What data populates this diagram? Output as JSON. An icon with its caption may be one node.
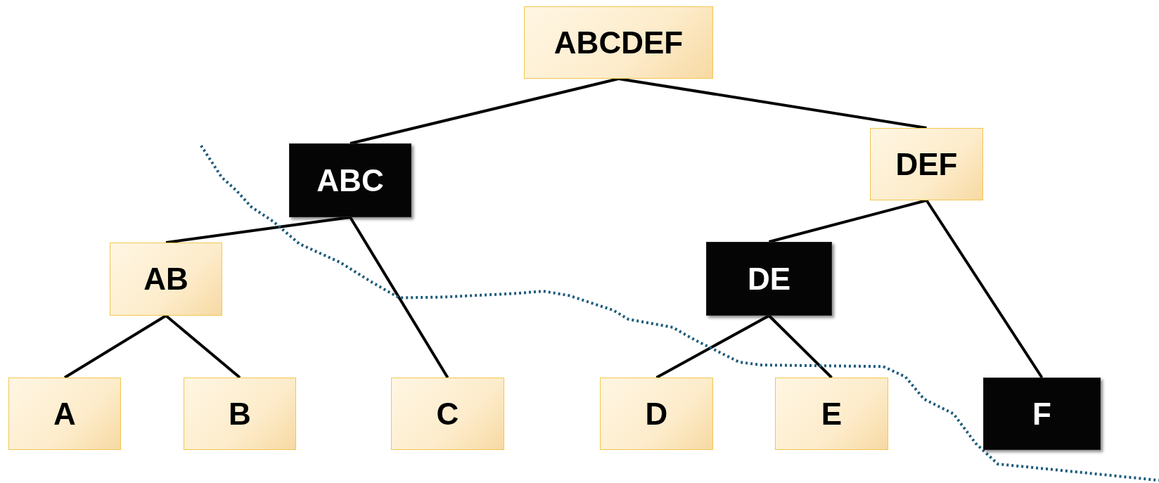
{
  "diagram": {
    "nodes": [
      {
        "text": [
          "ABCDEF"
        ]
      },
      {
        "text": [
          "ABC"
        ]
      },
      {
        "text": [
          "DEF"
        ]
      },
      {
        "text": [
          "AB"
        ]
      },
      {
        "text": [
          "DE"
        ]
      },
      {
        "text": [
          "A"
        ]
      },
      {
        "text": [
          "B"
        ]
      },
      {
        "text": [
          "C"
        ]
      },
      {
        "text": [
          "D"
        ]
      },
      {
        "text": [
          "E"
        ]
      },
      {
        "text": [
          "F"
        ]
      }
    ],
    "edges": [
      {
        "from": 0,
        "to": 1,
        "arrow": "none"
      },
      {
        "from": 0,
        "to": 2,
        "arrow": "none"
      },
      {
        "from": 1,
        "to": 3,
        "arrow": "none"
      },
      {
        "from": 1,
        "to": 7,
        "arrow": "none"
      },
      {
        "from": 2,
        "to": 4,
        "arrow": "none"
      },
      {
        "from": 2,
        "to": 10,
        "arrow": "none"
      },
      {
        "from": 3,
        "to": 5,
        "arrow": "none"
      },
      {
        "from": 3,
        "to": 6,
        "arrow": "none"
      },
      {
        "from": 4,
        "to": 8,
        "arrow": "none"
      },
      {
        "from": 4,
        "to": 9,
        "arrow": "none"
      }
    ]
  }
}
